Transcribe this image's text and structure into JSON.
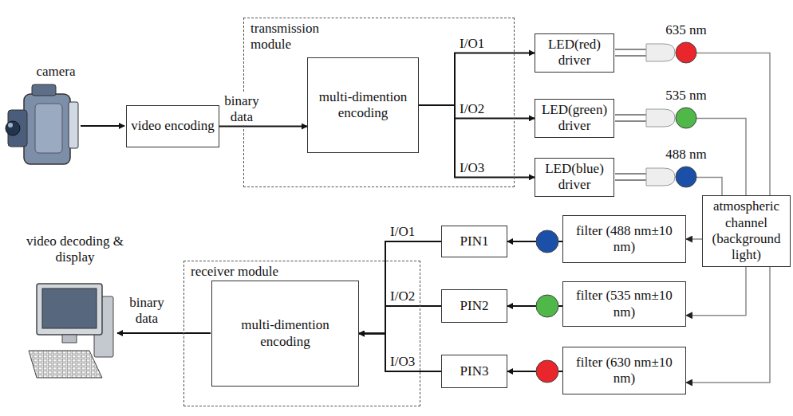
{
  "diagram": {
    "nodes": [
      {
        "text": [
          "video encoding"
        ]
      },
      {
        "text": [
          "transmission module"
        ]
      },
      {
        "text": [
          "multi-dimention encoding"
        ],
        "in": 1
      },
      {
        "text": [
          "LED(red) driver"
        ]
      },
      {
        "text": [
          "LED(green) driver"
        ]
      },
      {
        "text": [
          "LED(blue) driver"
        ]
      },
      {
        "text": [
          "atmospheric channel (background light)"
        ]
      },
      {
        "text": [
          "receiver module"
        ]
      },
      {
        "text": [
          "multi-dimention encoding"
        ],
        "in": 7
      },
      {
        "text": [
          "PIN1"
        ]
      },
      {
        "text": [
          "filter (488 nm±10 nm)"
        ]
      },
      {
        "text": [
          "PIN2"
        ]
      },
      {
        "text": [
          "filter (535 nm±10 nm)"
        ]
      },
      {
        "text": [
          "PIN3"
        ]
      },
      {
        "text": [
          "filter (630 nm±10 nm)"
        ]
      }
    ],
    "edges": [
      {
        "from": 0,
        "to": 2,
        "label": "binary data",
        "arrow": "to"
      },
      {
        "from": 2,
        "to": 3,
        "label": "I/O1",
        "arrow": "to"
      },
      {
        "from": 2,
        "to": 4,
        "label": "I/O2",
        "arrow": "to"
      },
      {
        "from": 2,
        "to": 5,
        "label": "I/O3",
        "arrow": "to"
      },
      {
        "from": 3,
        "to": 14,
        "arrow": "to"
      },
      {
        "from": 4,
        "to": 12,
        "arrow": "to"
      },
      {
        "from": 5,
        "to": 6,
        "arrow": "none"
      },
      {
        "from": 6,
        "to": 10,
        "arrow": "to"
      },
      {
        "from": 10,
        "to": 9,
        "arrow": "to"
      },
      {
        "from": 12,
        "to": 11,
        "arrow": "to"
      },
      {
        "from": 14,
        "to": 13,
        "arrow": "to"
      },
      {
        "from": 9,
        "to": 8,
        "label": "I/O1",
        "arrow": "to"
      },
      {
        "from": 11,
        "to": 8,
        "label": "I/O2",
        "arrow": "to"
      },
      {
        "from": 13,
        "to": 8,
        "label": "I/O3",
        "arrow": "to"
      }
    ],
    "labels": [
      "camera",
      "635 nm",
      "535 nm",
      "488 nm",
      "video decoding & display",
      "binary data"
    ]
  }
}
